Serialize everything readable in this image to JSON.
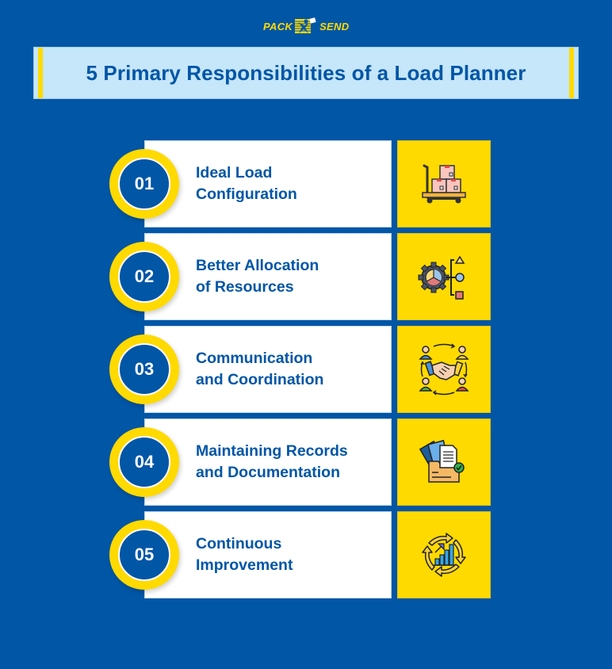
{
  "logo": {
    "left_word": "PACK",
    "right_word": "SEND",
    "mark_icon": "running-figure-parcel-icon"
  },
  "title": "5 Primary Responsibilities of a Load Planner",
  "colors": {
    "background": "#0156A6",
    "accent_yellow": "#FFDA00",
    "banner_bg": "#C6E6F9",
    "text_blue": "#0156A6",
    "card_bg": "#FFFFFF"
  },
  "items": [
    {
      "number": "01",
      "line1": "Ideal Load",
      "line2": "Configuration",
      "icon": "hand-truck-boxes-icon"
    },
    {
      "number": "02",
      "line1": "Better Allocation",
      "line2": "of Resources",
      "icon": "gear-resource-allocation-icon"
    },
    {
      "number": "03",
      "line1": "Communication",
      "line2": "and Coordination",
      "icon": "handshake-team-icon"
    },
    {
      "number": "04",
      "line1": "Maintaining Records",
      "line2": "and Documentation",
      "icon": "folder-documents-check-icon"
    },
    {
      "number": "05",
      "line1": "Continuous",
      "line2": "Improvement",
      "icon": "growth-cycle-chart-icon"
    }
  ]
}
